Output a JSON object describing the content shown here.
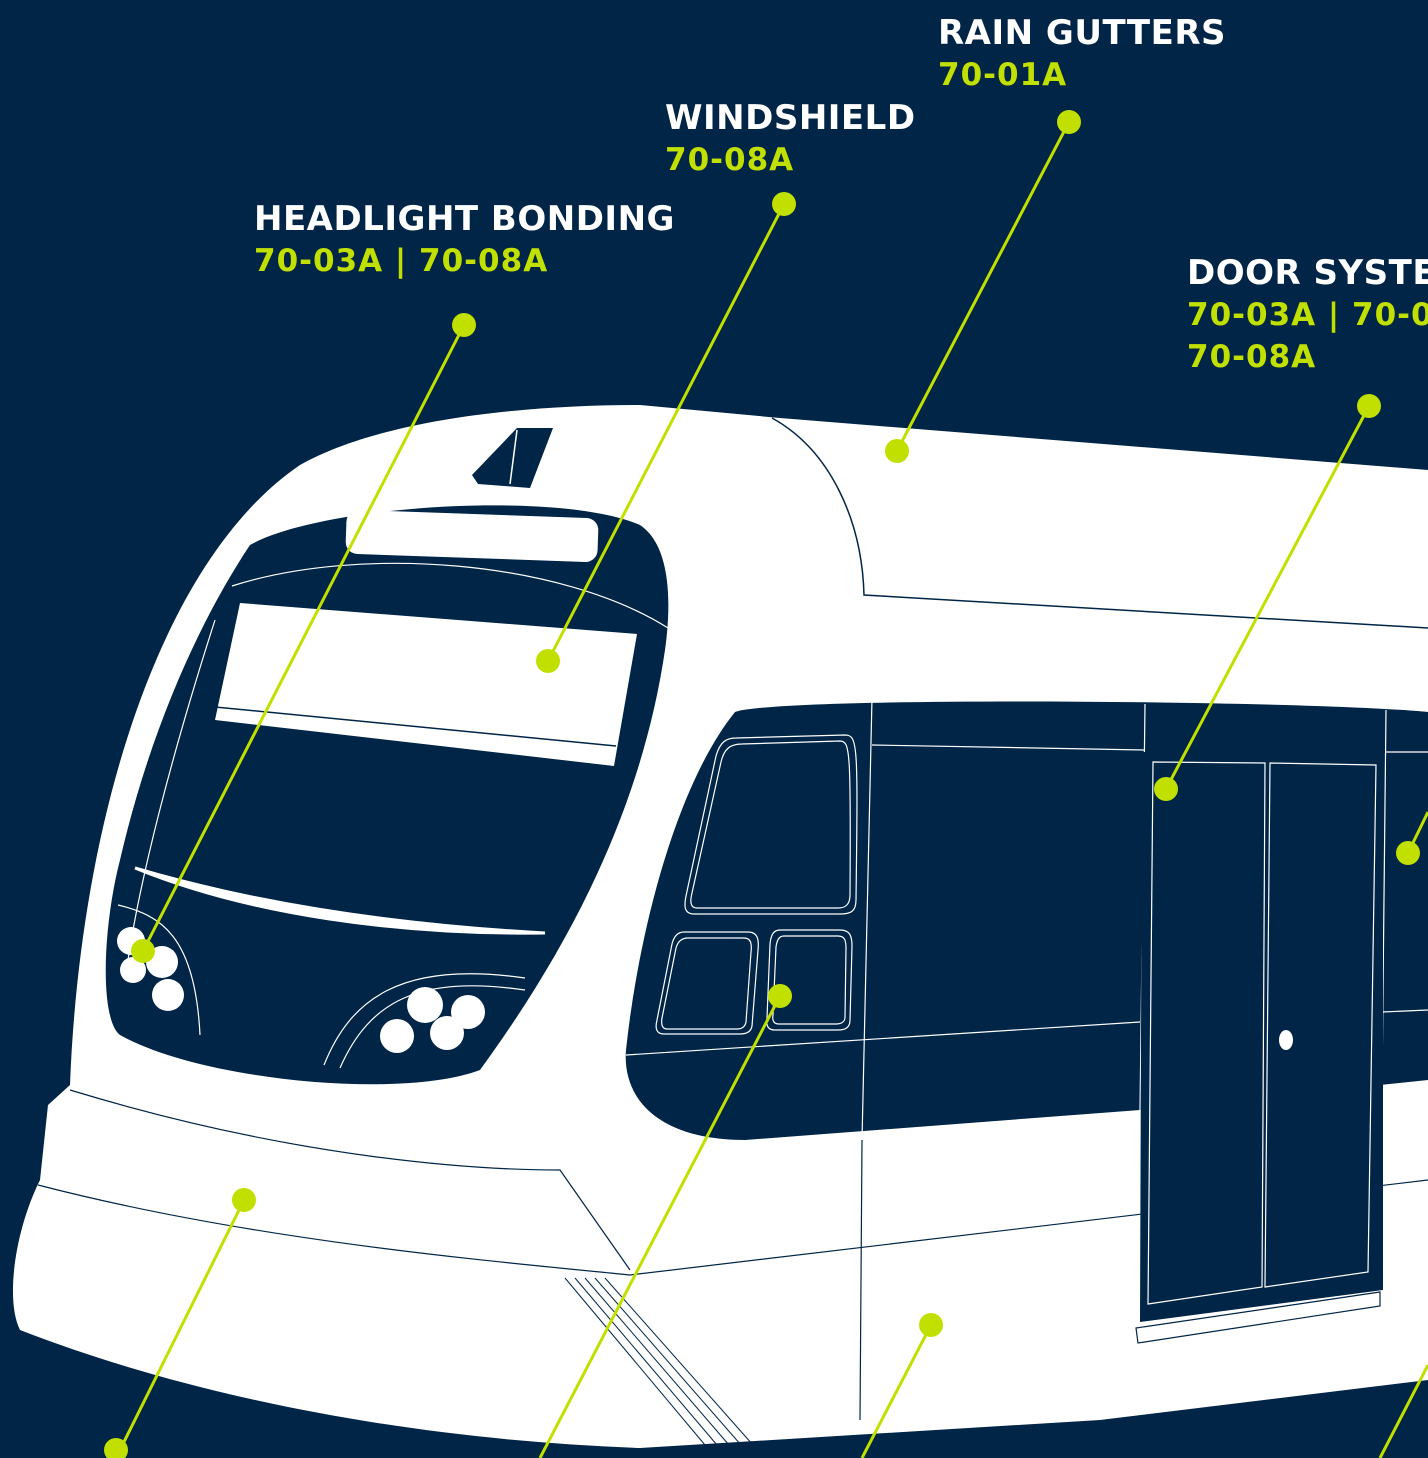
{
  "colors": {
    "background": "#002546",
    "body": "#ffffff",
    "accent": "#c1e000"
  },
  "callouts": [
    {
      "title": "RAIN GUTTERS",
      "codes": [
        "70-01A"
      ]
    },
    {
      "title": "WINDSHIELD",
      "codes": [
        "70-08A"
      ]
    },
    {
      "title": "HEADLIGHT BONDING",
      "codes": [
        "70-03A | 70-08A"
      ]
    },
    {
      "title": "DOOR SYSTEMS",
      "codes": [
        "70-03A | 70-0",
        "70-08A"
      ]
    }
  ]
}
